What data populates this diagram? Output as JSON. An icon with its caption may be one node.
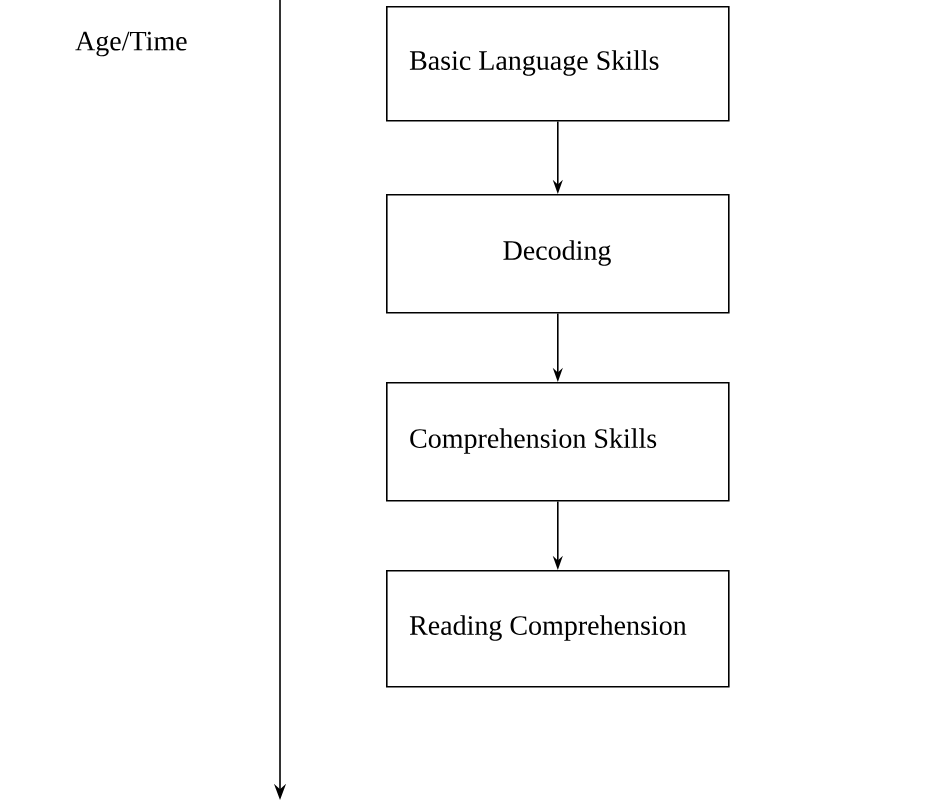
{
  "diagram": {
    "nodes": [
      {
        "text": [
          "Basic Language Skills"
        ]
      },
      {
        "text": [
          "Decoding"
        ]
      },
      {
        "text": [
          "Comprehension Skills"
        ]
      },
      {
        "text": [
          "Reading Comprehension"
        ]
      }
    ],
    "edges": [
      {
        "from": 0,
        "to": 1,
        "arrow": "to"
      },
      {
        "from": 1,
        "to": 2,
        "arrow": "to"
      },
      {
        "from": 2,
        "to": 3,
        "arrow": "to"
      }
    ],
    "labels": [
      "Age/Time"
    ]
  }
}
